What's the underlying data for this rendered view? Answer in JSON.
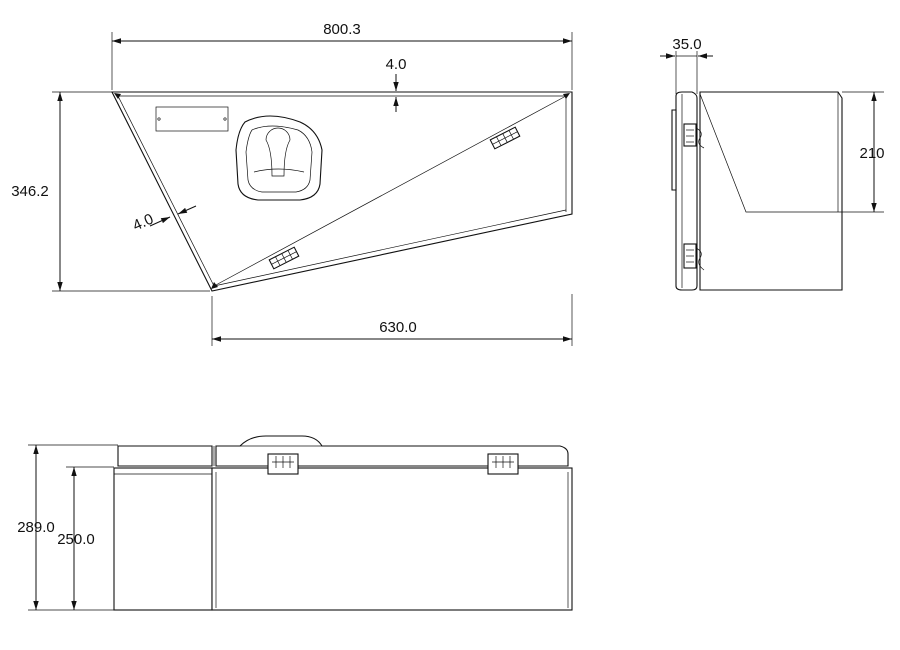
{
  "dimensions": {
    "top_width": "800.3",
    "lid_thickness_top": "4.0",
    "left_height": "346.2",
    "lid_thickness_side": "4.0",
    "bottom_width": "630.0",
    "side_depth": "35.0",
    "side_height": "210",
    "front_total_height": "289.0",
    "front_body_height": "250.0"
  }
}
